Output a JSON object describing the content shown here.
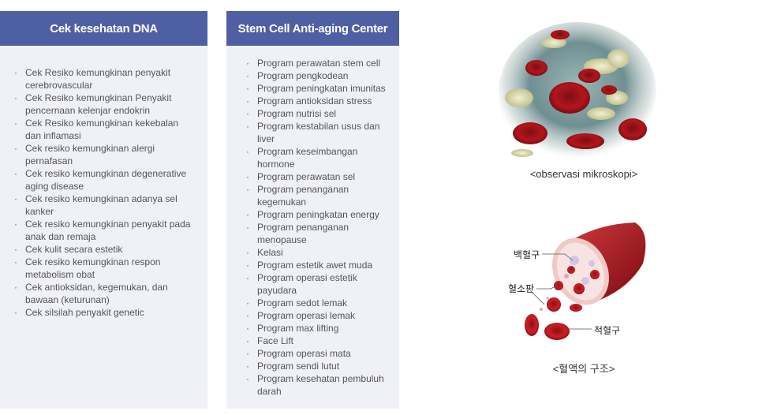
{
  "panels": {
    "dna": {
      "title": "Cek kesehatan DNA",
      "items": [
        "Cek Resiko kemungkinan penyakit cerebrovascular",
        "Cek Resiko kemungkinan Penyakit pencernaan kelenjar endokrin",
        "Cek Resiko kemungkinan kekebalan dan inflamasi",
        "Cek resiko kemungkinan alergi pernafasan",
        "Cek resiko kemungkinan degenerative aging disease",
        "Cek resiko kemungkinan adanya sel kanker",
        "Cek resiko kemungkinan penyakit pada anak dan remaja",
        "Cek kulit secara estetik",
        "Cek resiko kemungkinan respon metabolism obat",
        "Cek antioksidan, kegemukan, dan bawaan (keturunan)",
        "Cek silsilah penyakit genetic"
      ]
    },
    "stem": {
      "title": "Stem Cell Anti-aging Center",
      "items": [
        "Program perawatan stem cell",
        "Program pengkodean",
        "Program peningkatan imunitas",
        "Program antioksidan stress",
        "Program nutrisi sel",
        "Program kestabilan usus dan liver",
        "Program keseimbangan hormone",
        "Program perawatan sel",
        "Program penanganan kegemukan",
        "Program peningkatan energy",
        "Program penanganan menopause",
        "Kelasi",
        "Program estetik awet muda",
        "Program operasi estetik payudara",
        "Program sedot lemak",
        "Program operasi lemak",
        "Program max lifting",
        "Face Lift",
        "Program operasi mata",
        "Program sendi lutut",
        "Program kesehatan pembuluh darah"
      ]
    }
  },
  "figures": {
    "micro": {
      "caption": "<observasi mikroskopi>"
    },
    "blood": {
      "caption": "<혈액의 구조>",
      "labels": {
        "wbc": "백혈구",
        "platelet": "혈소판",
        "rbc": "적혈구"
      }
    }
  },
  "colors": {
    "header": "#4e5fa3",
    "panel_bg": "#f0f1f8",
    "blood_red": "#b3161c"
  },
  "bullet": "·"
}
